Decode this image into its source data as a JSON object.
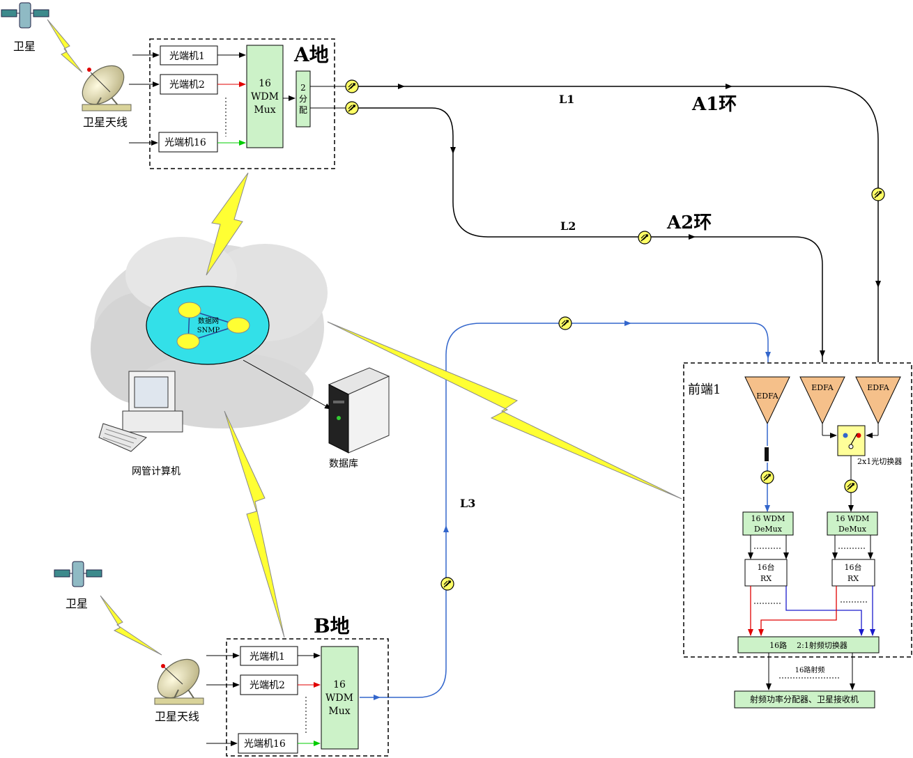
{
  "site_a": {
    "title": "A地",
    "transmitters": [
      "光端机1",
      "光端机2",
      "光端机16"
    ],
    "mux": [
      "16",
      "WDM",
      "Mux"
    ],
    "splitter": [
      "2",
      "分",
      "配"
    ]
  },
  "site_b": {
    "title": "B地",
    "transmitters": [
      "光端机1",
      "光端机2",
      "光端机16"
    ],
    "mux": [
      "16",
      "WDM",
      "Mux"
    ]
  },
  "satellite_a": {
    "label": "卫星",
    "antenna_label": "卫星天线"
  },
  "satellite_b": {
    "label": "卫星",
    "antenna_label": "卫星天线"
  },
  "links": {
    "l1": "L1",
    "l2": "L2",
    "l3": "L3",
    "ring_a1": "A1环",
    "ring_a2": "A2环"
  },
  "network": {
    "center_label": [
      "数据网",
      "SNMP"
    ],
    "computer_label": "网管计算机",
    "database_label": "数据库"
  },
  "headend": {
    "title": "前端1",
    "edfa": [
      "EDFA",
      "EDFA",
      "EDFA"
    ],
    "switch_label": "2x1光切换器",
    "demux": [
      "16 WDM",
      "DeMux"
    ],
    "rx": [
      "16台",
      "RX"
    ],
    "rf_switch": "16路    2:1射频切换器",
    "rf_label": "16路射频",
    "output": "射频功率分配器、卫星接收机"
  },
  "colors": {
    "box_fill": "#ccf2c8",
    "edfa_fill": "#f5c08a",
    "cloud": "#dcdcdc",
    "ellipse": "#33e0e8",
    "node": "#ffff33",
    "lightning": "#ffff33",
    "blue_line": "#3366cc",
    "red": "#e00000",
    "green": "#00cc00"
  }
}
